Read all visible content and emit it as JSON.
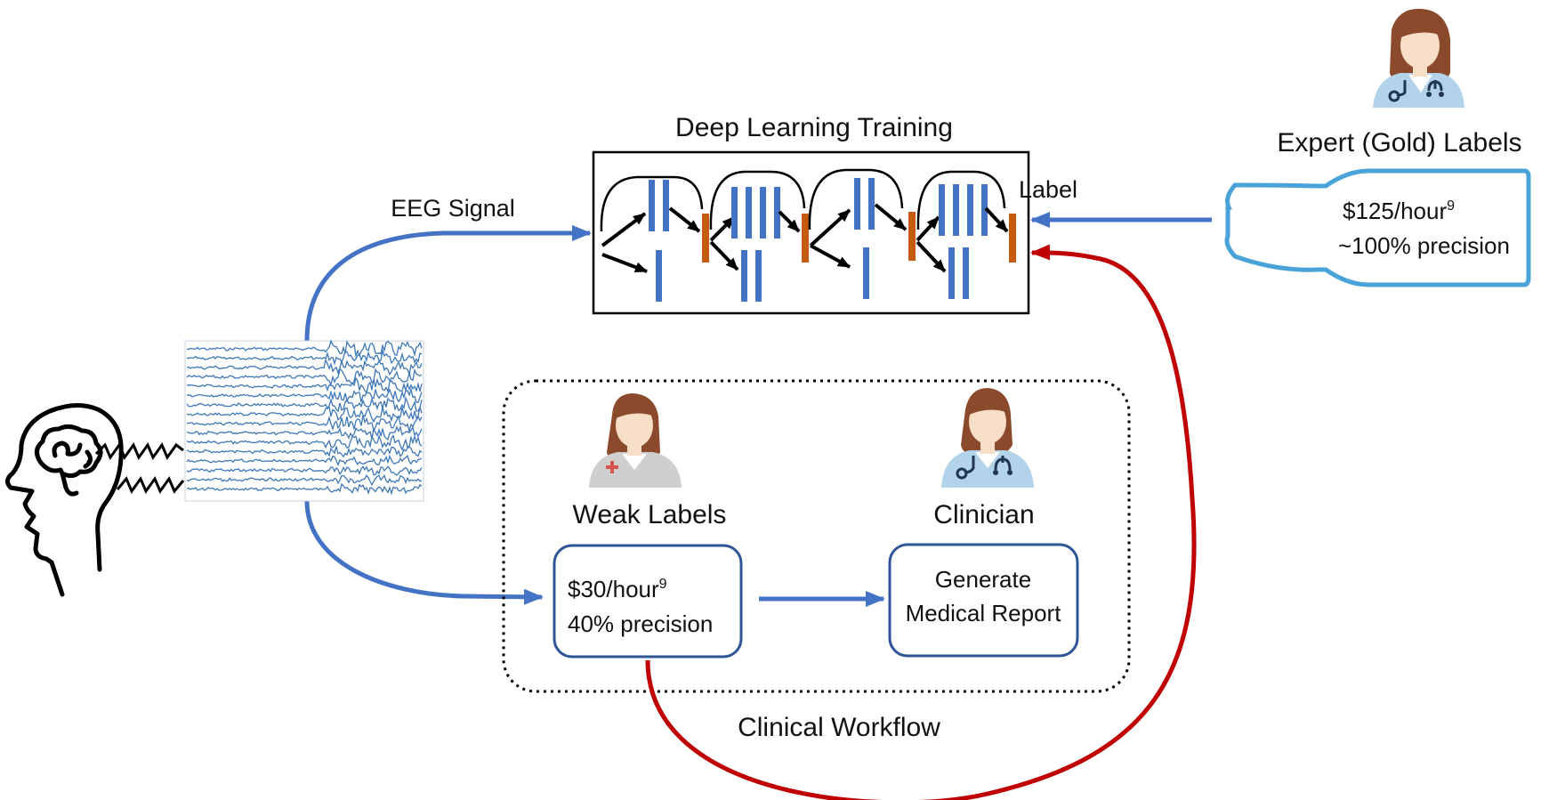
{
  "labels": {
    "deep_learning_training": "Deep Learning Training",
    "eeg_signal": "EEG Signal",
    "label": "Label",
    "expert_gold_labels": "Expert (Gold) Labels",
    "expert_cost": "$125/hour",
    "expert_cost_ref": "9",
    "expert_precision": "~100% precision",
    "weak_labels": "Weak Labels",
    "weak_cost": "$30/hour",
    "weak_cost_ref": "9",
    "weak_precision": "40% precision",
    "clinician": "Clinician",
    "report_line1": "Generate",
    "report_line2": "Medical Report",
    "clinical_workflow": "Clinical Workflow"
  },
  "colors": {
    "blue_arrow": "#4472c4",
    "red_arrow": "#c00000",
    "box_border": "#2f5597",
    "bottle": "#4aa3d8",
    "network_bar": "#4472c4",
    "network_concat": "#c55a11",
    "skin": "#f6dfc6",
    "hair": "#8b4a2b",
    "coat_blue": "#b3d3ea",
    "coat_gray": "#cfcfcf"
  },
  "icons": [
    "head-brain-icon",
    "eeg-signal-image",
    "neural-network-icon",
    "expert-doctor-icon",
    "nurse-icon",
    "clinician-doctor-icon",
    "bottle-icon"
  ]
}
